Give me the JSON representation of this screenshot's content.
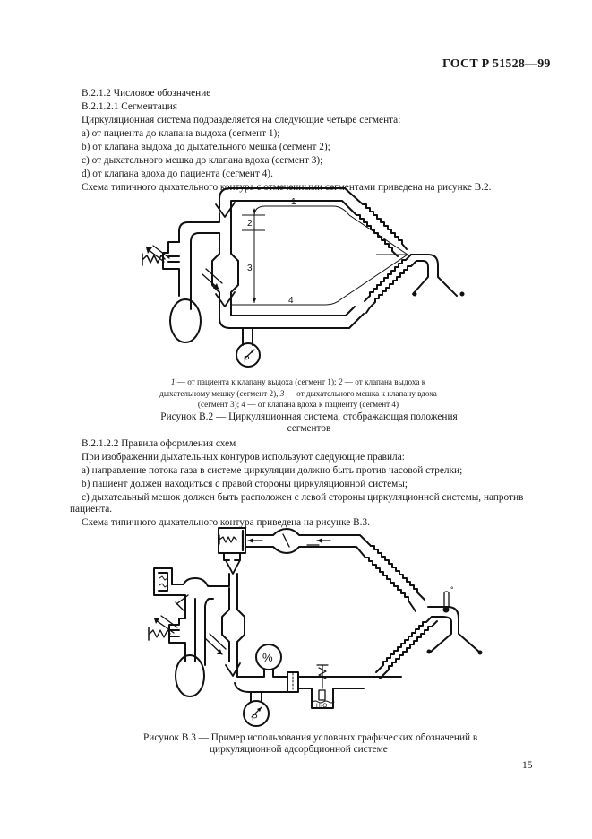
{
  "header": {
    "standard_code": "ГОСТ Р 51528—99"
  },
  "section1": {
    "lines": [
      "B.2.1.2 Числовое обозначение",
      "B.2.1.2.1 Сегментация",
      "Циркуляционная система подразделяется на следующие четыре сегмента:",
      "a) от пациента до клапана выдоха (сегмент 1);",
      "b) от клапана выдоха до дыхательного мешка (сегмент 2);",
      "c) от дыхательного мешка до клапана вдоха (сегмент 3);",
      "d) от клапана вдоха до пациента (сегмент 4).",
      "Схема типичного дыхательного контура с отмеченными сегментами приведена на рисунке В.2."
    ]
  },
  "figure_b2": {
    "segment_labels": [
      "1",
      "2",
      "3",
      "4"
    ],
    "gauge_label": "P",
    "legend": {
      "n1": "1",
      "t1": " — от пациента к клапану выдоха (сегмент 1); ",
      "n2": "2",
      "t2": " — от клапана выдоха к дыхательному мешку (сегмент 2), ",
      "n3": "3",
      "t3": " — от дыхательного мешка к клапану вдоха (сегмент 3); ",
      "n4": "4",
      "t4": " — от клапана вдоха к пациенту (сегмент 4)"
    },
    "caption_line1": "Рисунок В.2 — Циркуляционная система, отображающая положения",
    "caption_line2": "сегментов"
  },
  "section2": {
    "lines": [
      "B.2.1.2.2 Правила оформления схем",
      "При изображении дыхательных контуров используют следующие правила:",
      "a) направление потока газа в системе циркуляции должно быть против часовой стрелки;",
      "b) пациент должен находиться с правой стороны циркуляционной системы;",
      "c) дыхательный мешок должен быть расположен с левой стороны циркуляционной системы, напротив",
      "пациента.",
      "Схема типичного дыхательного контура приведена на рисунке В.3."
    ]
  },
  "figure_b3": {
    "oxygen_label": "%",
    "gauge_label": "P",
    "water_label": "H₂O",
    "thermo_label": "°",
    "caption_line1": "Рисунок В.3 — Пример использования условных графических обозначений в",
    "caption_line2": "циркуляционной адсорбционной системе"
  },
  "footer": {
    "page_number": "15"
  }
}
